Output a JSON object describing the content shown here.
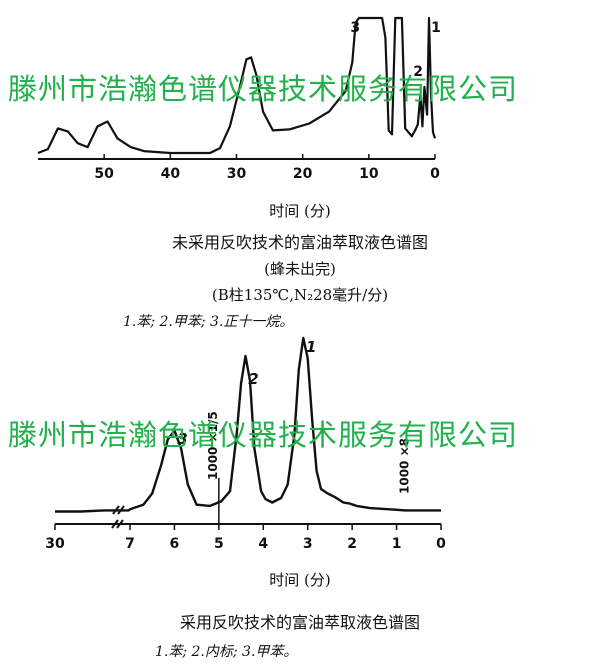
{
  "watermark": "滕州市浩瀚色谱仪器技术服务有限公司",
  "colors": {
    "watermark": "#22b14c",
    "ink": "#111111"
  },
  "chart_data": [
    {
      "type": "line",
      "title": "未采用反吹技术的富油萃取液色谱图",
      "subtitle": "(蜂未出完)",
      "conditions": "(B柱135℃,N₂28毫升/分)",
      "xlabel": "时间 (分)",
      "ylabel": "",
      "x_direction": "reversed",
      "xlim": [
        60,
        0
      ],
      "x_ticks": [
        50,
        40,
        30,
        20,
        10,
        0
      ],
      "tick_labels": [
        "50",
        "40",
        "30",
        "20",
        "10",
        "0"
      ],
      "grid": false,
      "legend": "1.苯;    2.甲苯;    3.正十一烷。",
      "peak_labels": [
        {
          "label": "3",
          "x": 11.3
        },
        {
          "label": "2",
          "x": 1.8
        },
        {
          "label": "1",
          "x": 0.3
        }
      ],
      "series": [
        {
          "x": [
            60.0,
            58.5,
            57.0,
            55.5,
            54.0,
            52.5,
            51.0,
            49.5,
            48.0,
            46.0,
            44.0,
            40.0,
            36.0,
            34.0,
            32.5,
            31.0,
            29.5,
            28.5,
            27.8,
            27.0,
            26.0,
            24.5,
            22.0,
            19.0,
            16.0,
            13.5,
            12.5,
            12.0,
            11.5,
            11.0,
            10.5,
            9.0,
            8.0,
            7.5,
            7.0,
            6.5,
            6.0,
            5.5,
            5.0,
            4.5,
            4.0,
            3.5,
            3.0,
            2.6,
            2.2,
            1.9,
            1.6,
            1.2,
            0.9,
            0.6,
            0.3,
            0.0
          ],
          "y": [
            3,
            7,
            28,
            25,
            13,
            9,
            30,
            35,
            18,
            9,
            5,
            3,
            3,
            3,
            8,
            30,
            70,
            98,
            100,
            82,
            45,
            26,
            27,
            33,
            45,
            66,
            95,
            135,
            140,
            140,
            140,
            140,
            140,
            120,
            26,
            22,
            140,
            140,
            140,
            28,
            24,
            20,
            26,
            32,
            62,
            30,
            70,
            42,
            140,
            62,
            24,
            18
          ]
        }
      ]
    },
    {
      "type": "line",
      "title": "采用反吹技术的富油萃取液色谱图",
      "xlabel": "时间 (分)",
      "ylabel": "",
      "x_direction": "reversed",
      "x_scale": "broken",
      "xlim": [
        30,
        0
      ],
      "x_ticks": [
        30,
        7,
        6,
        5,
        4,
        3,
        2,
        1,
        0
      ],
      "tick_labels": [
        "30",
        "7",
        "6",
        "5",
        "4",
        "3",
        "2",
        "1",
        "0"
      ],
      "grid": false,
      "legend": "1.苯;    2.内标;    3.甲苯。",
      "annotations": [
        {
          "text": "1000 ×1/5",
          "x": 5.0
        },
        {
          "text": "1000 ×8",
          "x": 1.9
        }
      ],
      "peak_labels": [
        {
          "label": "3",
          "x": 6.0
        },
        {
          "label": "2",
          "x": 4.4
        },
        {
          "label": "1",
          "x": 3.1
        }
      ],
      "series": [
        {
          "x": [
            30.0,
            22.0,
            15.0,
            7.4,
            7.0,
            6.7,
            6.5,
            6.3,
            6.15,
            6.0,
            5.85,
            5.7,
            5.5,
            5.2,
            4.95,
            4.75,
            4.6,
            4.5,
            4.4,
            4.3,
            4.2,
            4.05,
            3.95,
            3.8,
            3.6,
            3.45,
            3.3,
            3.2,
            3.1,
            3.0,
            2.9,
            2.8,
            2.7,
            2.55,
            2.4,
            2.2,
            2.05,
            1.9,
            1.6,
            1.2,
            0.8,
            0.5,
            0.0
          ],
          "y": [
            4,
            4,
            5,
            5,
            6,
            10,
            20,
            45,
            68,
            76,
            60,
            28,
            10,
            9,
            13,
            22,
            72,
            118,
            142,
            120,
            60,
            22,
            15,
            12,
            16,
            28,
            72,
            130,
            158,
            140,
            85,
            40,
            24,
            20,
            17,
            12,
            11,
            9,
            7,
            6,
            5,
            5,
            5
          ]
        }
      ]
    }
  ]
}
